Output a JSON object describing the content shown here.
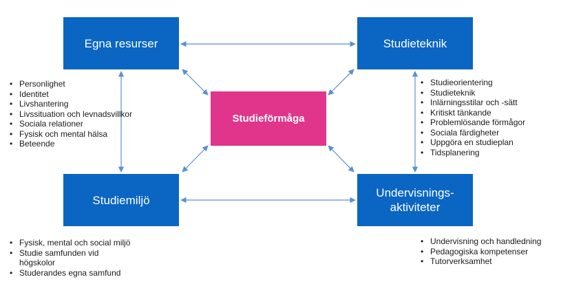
{
  "diagram": {
    "center": {
      "label": "Studieförmåga"
    },
    "boxes": {
      "egna_resurser": {
        "label": "Egna resurser",
        "items": [
          "Personlighet",
          "Identitet",
          "Livshantering",
          "Livssituation och levnadsvillkor",
          "Sociala relationer",
          "Fysisk och mental hälsa",
          "Beteende"
        ]
      },
      "studieteknik": {
        "label": "Studieteknik",
        "items": [
          "Studieorientering",
          "Studieteknik",
          "Inlärningsstilar och -sätt",
          "Kritiskt tänkande",
          "Problemlösande förmågor",
          "Sociala färdigheter",
          "Uppgöra en studieplan",
          "Tidsplanering"
        ]
      },
      "studiemiljo": {
        "label": "Studiemiljö",
        "items": [
          "Fysisk, mental och social miljö",
          "Studie samfunden vid högskolor",
          "Studerandes egna samfund"
        ]
      },
      "undervisningsaktiviteter": {
        "label": "Undervisnings-\naktiviteter",
        "items": [
          "Undervisning och handledning",
          "Pedagogiska kompetenser",
          "Tutorverksamhet"
        ]
      }
    },
    "colors": {
      "box": "#0a66c2",
      "center": "#e0358a",
      "arrow": "#5b8fd0",
      "text": "#1a1a1a"
    }
  }
}
